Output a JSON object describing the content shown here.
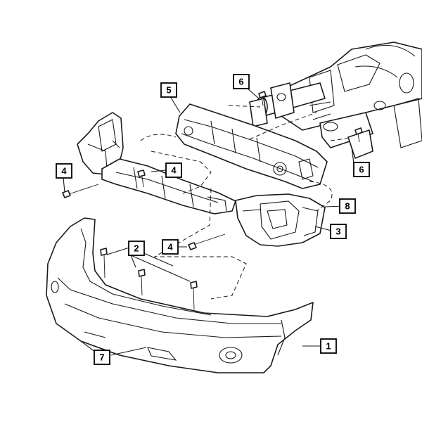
{
  "callouts": {
    "c1": "1",
    "c2": "2",
    "c3": "3",
    "c4a": "4",
    "c4b": "4",
    "c4c": "4",
    "c5": "5",
    "c6a": "6",
    "c6b": "6",
    "c7": "7",
    "c8": "8"
  }
}
